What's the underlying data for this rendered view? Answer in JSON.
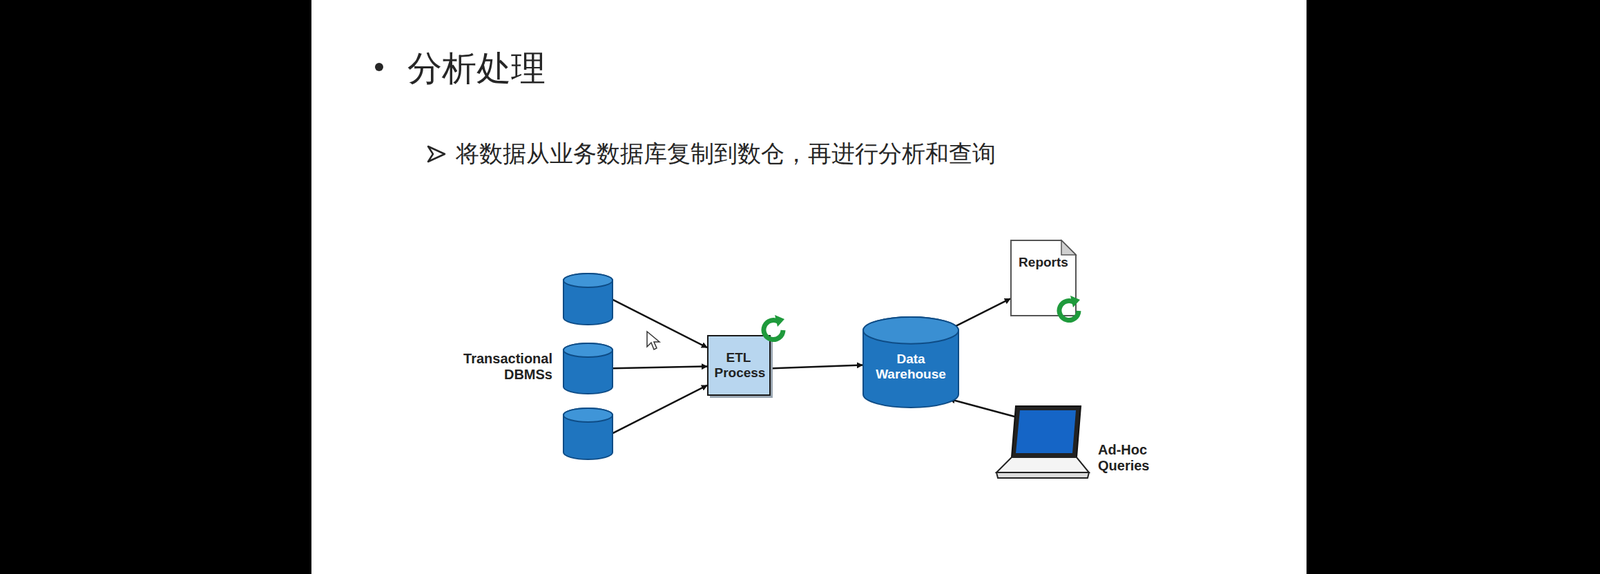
{
  "diagram": {
    "title": "分析处理",
    "nodes": [
      {
        "text": [
          "Transactional DBMSs"
        ]
      },
      {
        "text": [
          "ETL Process"
        ]
      },
      {
        "text": [
          "Data Warehouse"
        ]
      },
      {
        "text": [
          "Reports"
        ]
      },
      {
        "text": [
          "Ad-Hoc Queries"
        ]
      }
    ],
    "edges": [
      {
        "from": 0,
        "to": 1,
        "arrow": "to"
      },
      {
        "from": 0,
        "to": 1,
        "arrow": "to"
      },
      {
        "from": 0,
        "to": 1,
        "arrow": "to"
      },
      {
        "from": 1,
        "to": 2,
        "arrow": "to"
      },
      {
        "from": 2,
        "to": 3,
        "arrow": "both"
      },
      {
        "from": 2,
        "to": 4,
        "arrow": "both"
      }
    ],
    "labels": [
      "将数据从业务数据库复制到数仓，再进行分析和查询"
    ]
  }
}
